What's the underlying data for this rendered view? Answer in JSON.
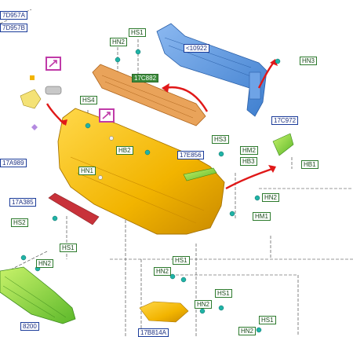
{
  "labels": {
    "7d957a": "7D957A",
    "7d957b": "7D957B",
    "hn2_top": "HN2",
    "hs1_top": "HS1",
    "c10922": "<10922",
    "hn3": "HN3",
    "c17c882": "17C882",
    "hs4": "HS4",
    "c17c972": "17C972",
    "hb2_mid": "HB2",
    "hs3": "HS3",
    "hm2": "HM2",
    "c17e856": "17E856",
    "hb3": "HB3",
    "hb1": "HB1",
    "c17a989": "17A989",
    "hn1": "HN1",
    "hn2_right": "HN2",
    "c17a385": "17A385",
    "hm1": "HM1",
    "hs2": "HS2",
    "hs1_left": "HS1",
    "hn2_left": "HN2",
    "hs1_bottom": "HS1",
    "hn2_bottom_l": "HN2",
    "hn2_bottom_r": "HN2",
    "hs1_bottom_r": "HS1",
    "c8200": "8200",
    "c17b814": "17B814A",
    "hn2_bottom_far": "HN2",
    "hs1_far": "HS1"
  },
  "colors": {
    "bumper": "#f2b400",
    "absorber": "#e89a4a",
    "reinforcement": "#4f8fd8",
    "grille": "#8bd42a",
    "arrow": "#e01818"
  },
  "icons": [
    "clip-icon",
    "fastener-icon",
    "sensor-icon",
    "note-arrow-icon"
  ]
}
